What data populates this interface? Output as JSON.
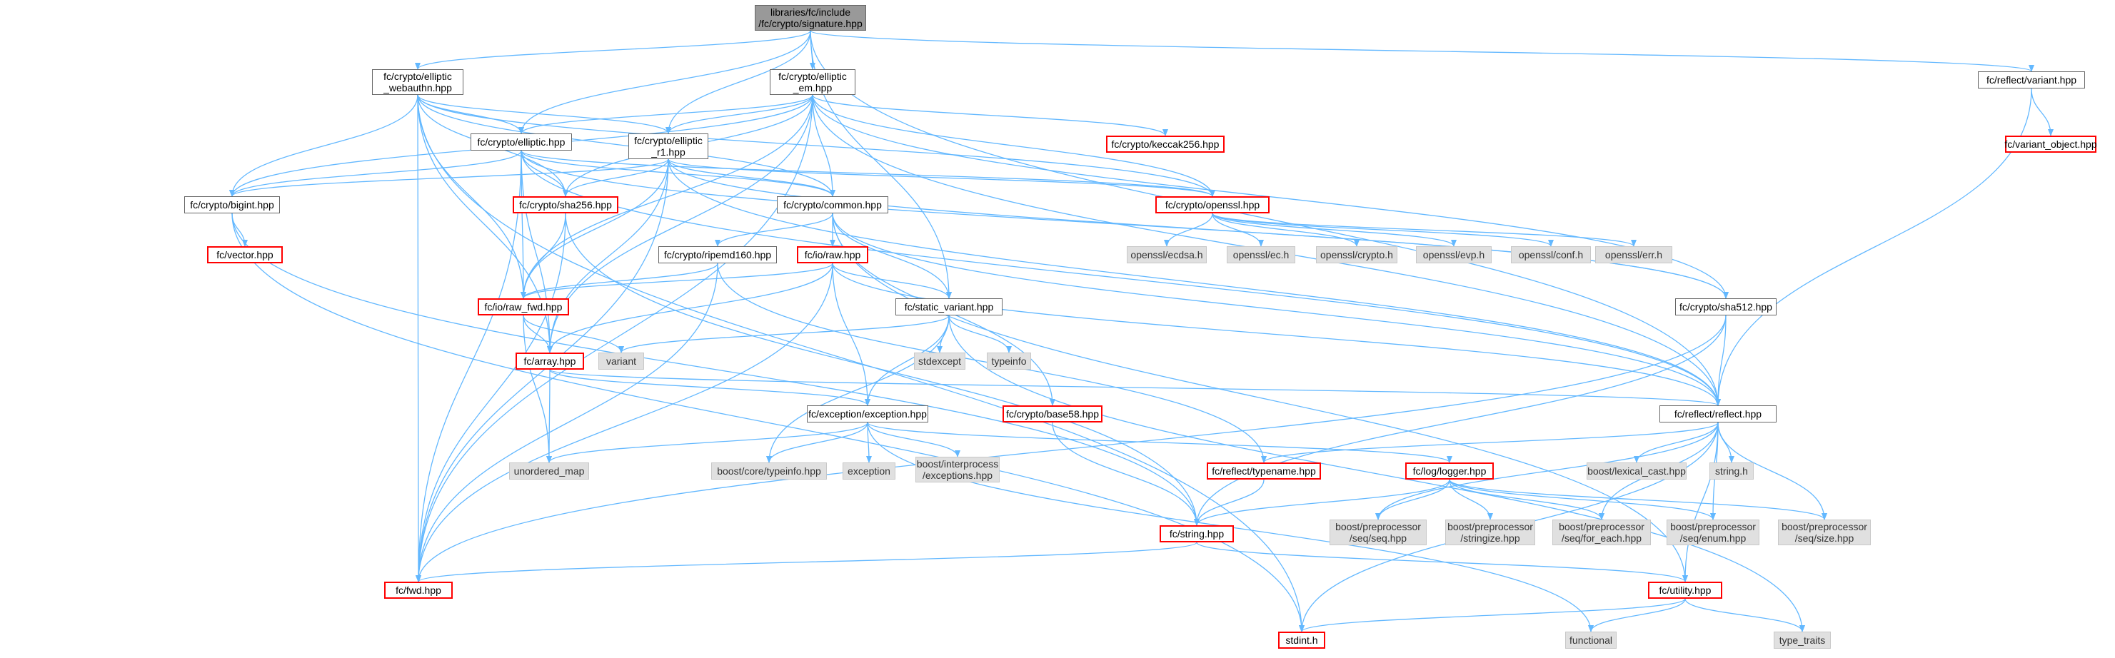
{
  "graph": {
    "edge_color": "#63b8ff",
    "nodes": [
      {
        "id": "root",
        "lines": [
          "libraries/fc/include",
          "/fc/crypto/signature.hpp"
        ],
        "kind": "root"
      },
      {
        "id": "webauthn",
        "lines": [
          "fc/crypto/elliptic",
          "_webauthn.hpp"
        ],
        "kind": "normal"
      },
      {
        "id": "em",
        "lines": [
          "fc/crypto/elliptic",
          "_em.hpp"
        ],
        "kind": "normal"
      },
      {
        "id": "elliptic",
        "lines": [
          "fc/crypto/elliptic.hpp"
        ],
        "kind": "normal"
      },
      {
        "id": "r1",
        "lines": [
          "fc/crypto/elliptic",
          "_r1.hpp"
        ],
        "kind": "normal"
      },
      {
        "id": "keccak",
        "lines": [
          "fc/crypto/keccak256.hpp"
        ],
        "kind": "missing"
      },
      {
        "id": "bigint",
        "lines": [
          "fc/crypto/bigint.hpp"
        ],
        "kind": "normal"
      },
      {
        "id": "sha256",
        "lines": [
          "fc/crypto/sha256.hpp"
        ],
        "kind": "missing"
      },
      {
        "id": "common",
        "lines": [
          "fc/crypto/common.hpp"
        ],
        "kind": "normal"
      },
      {
        "id": "openssl",
        "lines": [
          "fc/crypto/openssl.hpp"
        ],
        "kind": "missing"
      },
      {
        "id": "vector",
        "lines": [
          "fc/vector.hpp"
        ],
        "kind": "missing"
      },
      {
        "id": "ripemd",
        "lines": [
          "fc/crypto/ripemd160.hpp"
        ],
        "kind": "normal"
      },
      {
        "id": "ioraw",
        "lines": [
          "fc/io/raw.hpp"
        ],
        "kind": "missing"
      },
      {
        "id": "ecdsa",
        "lines": [
          "openssl/ecdsa.h"
        ],
        "kind": "system"
      },
      {
        "id": "ec",
        "lines": [
          "openssl/ec.h"
        ],
        "kind": "system"
      },
      {
        "id": "crypto",
        "lines": [
          "openssl/crypto.h"
        ],
        "kind": "system"
      },
      {
        "id": "evp",
        "lines": [
          "openssl/evp.h"
        ],
        "kind": "system"
      },
      {
        "id": "conf",
        "lines": [
          "openssl/conf.h"
        ],
        "kind": "system"
      },
      {
        "id": "err",
        "lines": [
          "openssl/err.h"
        ],
        "kind": "system"
      },
      {
        "id": "rawfwd",
        "lines": [
          "fc/io/raw_fwd.hpp"
        ],
        "kind": "missing"
      },
      {
        "id": "staticvar",
        "lines": [
          "fc/static_variant.hpp"
        ],
        "kind": "normal"
      },
      {
        "id": "sha512",
        "lines": [
          "fc/crypto/sha512.hpp"
        ],
        "kind": "normal"
      },
      {
        "id": "array",
        "lines": [
          "fc/array.hpp"
        ],
        "kind": "missing"
      },
      {
        "id": "variant",
        "lines": [
          "variant"
        ],
        "kind": "system"
      },
      {
        "id": "stdexcept",
        "lines": [
          "stdexcept"
        ],
        "kind": "system"
      },
      {
        "id": "typeinfo",
        "lines": [
          "typeinfo"
        ],
        "kind": "system"
      },
      {
        "id": "base58",
        "lines": [
          "fc/crypto/base58.hpp"
        ],
        "kind": "missing"
      },
      {
        "id": "exception",
        "lines": [
          "fc/exception/exception.hpp"
        ],
        "kind": "normal"
      },
      {
        "id": "reflect",
        "lines": [
          "fc/reflect/reflect.hpp"
        ],
        "kind": "normal"
      },
      {
        "id": "unordmap",
        "lines": [
          "unordered_map"
        ],
        "kind": "system"
      },
      {
        "id": "boosttype",
        "lines": [
          "boost/core/typeinfo.hpp"
        ],
        "kind": "system"
      },
      {
        "id": "exceptionstd",
        "lines": [
          "exception"
        ],
        "kind": "system"
      },
      {
        "id": "interprocess",
        "lines": [
          "boost/interprocess",
          "/exceptions.hpp"
        ],
        "kind": "system"
      },
      {
        "id": "typename",
        "lines": [
          "fc/reflect/typename.hpp"
        ],
        "kind": "missing"
      },
      {
        "id": "logger",
        "lines": [
          "fc/log/logger.hpp"
        ],
        "kind": "missing"
      },
      {
        "id": "lexical",
        "lines": [
          "boost/lexical_cast.hpp"
        ],
        "kind": "system"
      },
      {
        "id": "stringh",
        "lines": [
          "string.h"
        ],
        "kind": "system"
      },
      {
        "id": "ppseq",
        "lines": [
          "boost/preprocessor",
          "/seq/seq.hpp"
        ],
        "kind": "system"
      },
      {
        "id": "ppstringize",
        "lines": [
          "boost/preprocessor",
          "/stringize.hpp"
        ],
        "kind": "system"
      },
      {
        "id": "ppforeach",
        "lines": [
          "boost/preprocessor",
          "/seq/for_each.hpp"
        ],
        "kind": "system"
      },
      {
        "id": "ppenum",
        "lines": [
          "boost/preprocessor",
          "/seq/enum.hpp"
        ],
        "kind": "system"
      },
      {
        "id": "ppsize",
        "lines": [
          "boost/preprocessor",
          "/seq/size.hpp"
        ],
        "kind": "system"
      },
      {
        "id": "string",
        "lines": [
          "fc/string.hpp"
        ],
        "kind": "missing"
      },
      {
        "id": "fwd",
        "lines": [
          "fc/fwd.hpp"
        ],
        "kind": "missing"
      },
      {
        "id": "utility",
        "lines": [
          "fc/utility.hpp"
        ],
        "kind": "missing"
      },
      {
        "id": "stdint",
        "lines": [
          "stdint.h"
        ],
        "kind": "missing"
      },
      {
        "id": "functional",
        "lines": [
          "functional"
        ],
        "kind": "system"
      },
      {
        "id": "typetraits",
        "lines": [
          "type_traits"
        ],
        "kind": "system"
      },
      {
        "id": "refvariant",
        "lines": [
          "fc/reflect/variant.hpp"
        ],
        "kind": "normal"
      },
      {
        "id": "variantobj",
        "lines": [
          "fc/variant_object.hpp"
        ],
        "kind": "missing"
      }
    ],
    "edges": [
      [
        "root",
        "webauthn"
      ],
      [
        "root",
        "em"
      ],
      [
        "root",
        "elliptic"
      ],
      [
        "root",
        "r1"
      ],
      [
        "root",
        "staticvar"
      ],
      [
        "root",
        "reflect"
      ],
      [
        "root",
        "refvariant"
      ],
      [
        "webauthn",
        "elliptic"
      ],
      [
        "webauthn",
        "r1"
      ],
      [
        "webauthn",
        "bigint"
      ],
      [
        "webauthn",
        "sha256"
      ],
      [
        "webauthn",
        "common"
      ],
      [
        "webauthn",
        "openssl"
      ],
      [
        "webauthn",
        "rawfwd"
      ],
      [
        "webauthn",
        "array"
      ],
      [
        "webauthn",
        "stdint"
      ],
      [
        "webauthn",
        "fwd"
      ],
      [
        "em",
        "elliptic"
      ],
      [
        "em",
        "r1"
      ],
      [
        "em",
        "keccak"
      ],
      [
        "em",
        "bigint"
      ],
      [
        "em",
        "sha256"
      ],
      [
        "em",
        "common"
      ],
      [
        "em",
        "openssl"
      ],
      [
        "em",
        "sha512"
      ],
      [
        "em",
        "rawfwd"
      ],
      [
        "em",
        "array"
      ],
      [
        "em",
        "reflect"
      ],
      [
        "em",
        "fwd"
      ],
      [
        "elliptic",
        "bigint"
      ],
      [
        "elliptic",
        "sha256"
      ],
      [
        "elliptic",
        "common"
      ],
      [
        "elliptic",
        "openssl"
      ],
      [
        "elliptic",
        "sha512"
      ],
      [
        "elliptic",
        "rawfwd"
      ],
      [
        "elliptic",
        "array"
      ],
      [
        "elliptic",
        "fwd"
      ],
      [
        "elliptic",
        "reflect"
      ],
      [
        "r1",
        "bigint"
      ],
      [
        "r1",
        "sha256"
      ],
      [
        "r1",
        "common"
      ],
      [
        "r1",
        "openssl"
      ],
      [
        "r1",
        "sha512"
      ],
      [
        "r1",
        "rawfwd"
      ],
      [
        "r1",
        "array"
      ],
      [
        "r1",
        "fwd"
      ],
      [
        "r1",
        "reflect"
      ],
      [
        "bigint",
        "vector"
      ],
      [
        "bigint",
        "stdint"
      ],
      [
        "bigint",
        "string"
      ],
      [
        "sha256",
        "rawfwd"
      ],
      [
        "sha256",
        "fwd"
      ],
      [
        "sha256",
        "string"
      ],
      [
        "common",
        "ripemd"
      ],
      [
        "common",
        "ioraw"
      ],
      [
        "common",
        "staticvar"
      ],
      [
        "common",
        "base58"
      ],
      [
        "common",
        "reflect"
      ],
      [
        "common",
        "utility"
      ],
      [
        "openssl",
        "ecdsa"
      ],
      [
        "openssl",
        "ec"
      ],
      [
        "openssl",
        "crypto"
      ],
      [
        "openssl",
        "evp"
      ],
      [
        "openssl",
        "conf"
      ],
      [
        "openssl",
        "err"
      ],
      [
        "ripemd",
        "rawfwd"
      ],
      [
        "ripemd",
        "fwd"
      ],
      [
        "ripemd",
        "typename"
      ],
      [
        "ioraw",
        "rawfwd"
      ],
      [
        "ioraw",
        "array"
      ],
      [
        "ioraw",
        "staticvar"
      ],
      [
        "ioraw",
        "exception"
      ],
      [
        "ioraw",
        "reflect"
      ],
      [
        "ioraw",
        "fwd"
      ],
      [
        "rawfwd",
        "array"
      ],
      [
        "rawfwd",
        "variant"
      ],
      [
        "rawfwd",
        "unordmap"
      ],
      [
        "staticvar",
        "variant"
      ],
      [
        "staticvar",
        "stdexcept"
      ],
      [
        "staticvar",
        "typeinfo"
      ],
      [
        "staticvar",
        "exception"
      ],
      [
        "staticvar",
        "boosttype"
      ],
      [
        "staticvar",
        "typetraits"
      ],
      [
        "sha512",
        "reflect"
      ],
      [
        "sha512",
        "fwd"
      ],
      [
        "sha512",
        "string"
      ],
      [
        "array",
        "exception"
      ],
      [
        "array",
        "unordmap"
      ],
      [
        "array",
        "reflect"
      ],
      [
        "base58",
        "string"
      ],
      [
        "exception",
        "unordmap"
      ],
      [
        "exception",
        "boosttype"
      ],
      [
        "exception",
        "exceptionstd"
      ],
      [
        "exception",
        "interprocess"
      ],
      [
        "exception",
        "logger"
      ],
      [
        "exception",
        "functional"
      ],
      [
        "reflect",
        "typename"
      ],
      [
        "reflect",
        "lexical"
      ],
      [
        "reflect",
        "stringh"
      ],
      [
        "reflect",
        "ppseq"
      ],
      [
        "reflect",
        "ppforeach"
      ],
      [
        "reflect",
        "ppenum"
      ],
      [
        "reflect",
        "ppsize"
      ],
      [
        "reflect",
        "utility"
      ],
      [
        "reflect",
        "stdint"
      ],
      [
        "typename",
        "string"
      ],
      [
        "logger",
        "string"
      ],
      [
        "logger",
        "ppseq"
      ],
      [
        "logger",
        "ppstringize"
      ],
      [
        "logger",
        "ppforeach"
      ],
      [
        "logger",
        "ppenum"
      ],
      [
        "logger",
        "ppsize"
      ],
      [
        "string",
        "fwd"
      ],
      [
        "string",
        "utility"
      ],
      [
        "utility",
        "stdint"
      ],
      [
        "utility",
        "functional"
      ],
      [
        "utility",
        "typetraits"
      ],
      [
        "refvariant",
        "variantobj"
      ],
      [
        "refvariant",
        "reflect"
      ]
    ]
  }
}
